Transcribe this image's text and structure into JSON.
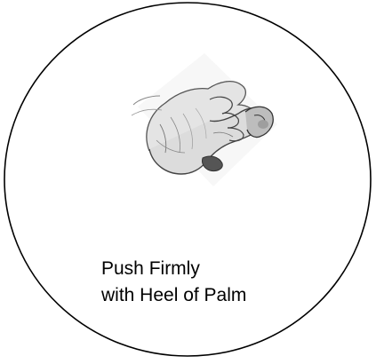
{
  "caption": {
    "line1": "Push Firmly",
    "line2": "with Heel of Palm"
  },
  "illustration": {
    "icon": "fist-hand-icon",
    "description_color": "#555555"
  },
  "border": {
    "shape": "ellipse",
    "color": "#000000"
  }
}
